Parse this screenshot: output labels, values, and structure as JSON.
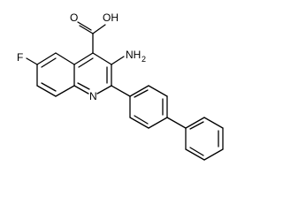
{
  "molecule": {
    "atoms": {
      "carboxyl_o": "O",
      "carboxyl_oh": "OH",
      "amino": "NH",
      "amino_sub": "2",
      "ring_n": "N",
      "fluoro": "F"
    }
  }
}
